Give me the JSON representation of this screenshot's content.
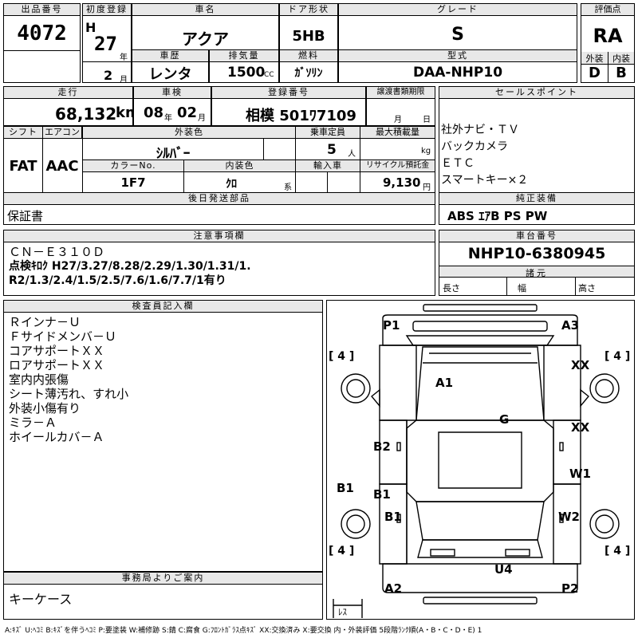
{
  "header": {
    "lot_number_label": "出品番号",
    "lot_number": "4072",
    "first_reg_label": "初度登録",
    "era": "H",
    "year": "27",
    "year_unit": "年",
    "month": "2",
    "month_unit": "月",
    "car_name_label": "車名",
    "car_name": "アクア",
    "door_label": "ドア形状",
    "door": "5HB",
    "grade_label": "グレード",
    "grade": "S",
    "score_label": "評価点",
    "score": "RA",
    "history_label": "車歴",
    "history": "レンタ",
    "displacement_label": "排気量",
    "displacement": "1500",
    "displacement_unit": "CC",
    "fuel_label": "燃料",
    "fuel": "ｶﾞｿﾘﾝ",
    "model_label": "型式",
    "model": "DAA-NHP10",
    "exterior_label": "外装",
    "exterior": "D",
    "interior_label": "内装",
    "interior": "B"
  },
  "row2": {
    "mileage_label": "走行",
    "mileage": "68,132",
    "mileage_unit": "km",
    "inspection_label": "車検",
    "inspection_year": "08",
    "inspection_year_unit": "年",
    "inspection_month": "02",
    "inspection_month_unit": "月",
    "reg_label": "登録番号",
    "reg_number": "相模 501ﾜ7109",
    "transfer_label": "譲渡書類期限",
    "transfer_month_unit": "月",
    "transfer_day_unit": "日",
    "shift_label": "シフト",
    "shift": "FAT",
    "ac_label": "エアコン",
    "ac": "AAC",
    "ext_color_label": "外装色",
    "ext_color": "ｼﾙﾊﾞｰ",
    "capacity_label": "乗車定員",
    "capacity": "5",
    "capacity_unit": "人",
    "max_load_label": "最大積載量",
    "max_load_unit": "kg",
    "color_no_label": "カラーNo.",
    "color_no": "1F7",
    "int_color_label": "内装色",
    "int_color": "ｸﾛ",
    "int_color_unit": "系",
    "import_label": "輸入車",
    "recycle_label": "リサイクル預託金",
    "recycle": "9,130",
    "recycle_unit": "円",
    "later_parts_label": "後日発送部品",
    "later_parts": "保証書"
  },
  "sales_points": {
    "label": "セールスポイント",
    "items": [
      "社外ナビ・ＴＶ",
      "バックカメラ",
      "ＥＴＣ",
      "スマートキー×２"
    ]
  },
  "genuine_equipment": {
    "label": "純正装備",
    "value": "ABS ｴｱB PS PW"
  },
  "notes": {
    "label": "注意事項欄",
    "lines": [
      "ＣＮ－Ｅ３１０Ｄ",
      "点検ｷﾛｸ H27/3.27/8.28/2.29/1.30/1.31/1.",
      "R2/1.3/2.4/1.5/2.5/7.6/1.6/7.7/1有り"
    ]
  },
  "chassis": {
    "label": "車台番号",
    "value": "NHP10-6380945",
    "dims_label": "諸元",
    "length_label": "長さ",
    "width_label": "幅",
    "height_label": "高さ"
  },
  "inspector": {
    "label": "検査員記入欄",
    "lines": [
      "Ｒインナ－Ｕ",
      "Ｆサイドメンバ－Ｕ",
      "コアサポートＸＸ",
      "ロアサポートＸＸ",
      "室内内張傷",
      "シート薄汚れ、すれ小",
      "外装小傷有り",
      "ミラ－Ａ",
      "ホイールカバ－Ａ"
    ]
  },
  "office": {
    "label": "事務局よりご案内",
    "text": "キーケース"
  },
  "diagram": {
    "marks": {
      "p1": "P1",
      "a3": "A3",
      "a1": "A1",
      "g": "G",
      "xx1": "XX",
      "xx2": "XX",
      "b2": "B2",
      "b1a": "B1",
      "b1b": "B1",
      "b1c": "B1",
      "w1": "W1",
      "w2": "W2",
      "u4": "U4",
      "a2": "A2",
      "p2": "P2"
    },
    "tires": {
      "fl": "4",
      "fr": "4",
      "rl": "4",
      "rr": "4"
    },
    "spare": "ﾚｽ"
  },
  "legend": "A:ｷｽﾞ U:ﾍｺﾐ B:ｷｽﾞを伴うﾍｺﾐ P:要塗装 W:補修跡 S:錆 C:腐食 G:ﾌﾛﾝﾄｶﾞﾗｽ点ｷｽﾞ XX:交換済み X:要交換 内・外装評価 5段階ﾗﾝｸ順(A・B・C・D・E) 1"
}
